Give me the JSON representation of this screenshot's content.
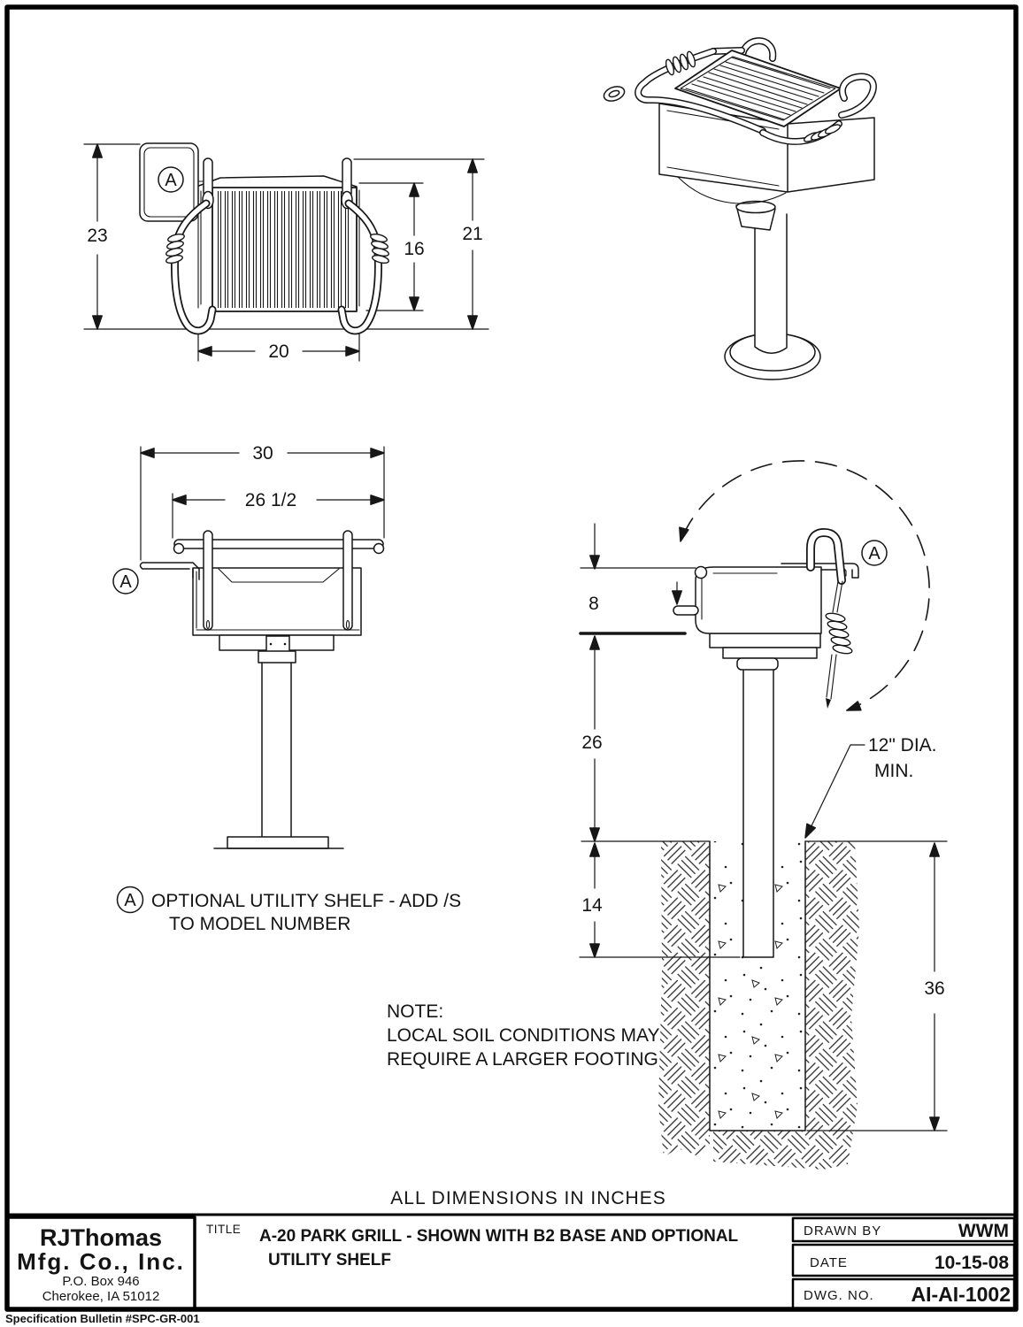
{
  "drawing": {
    "front_view": {
      "dim_overall_height": "23",
      "dim_firebox_height": "16",
      "dim_handle_height": "21",
      "dim_grill_width": "20",
      "shelf_label": "A"
    },
    "side_view": {
      "dim_overall_width": "30",
      "dim_handle_width": "26 1/2",
      "shelf_label": "A"
    },
    "section_view": {
      "dim_firebox_depth": "8",
      "dim_post_above_grade": "26",
      "dim_post_embedment": "14",
      "dim_footing_depth": "36",
      "dia_note_line1": "12\" DIA.",
      "dia_note_line2": "MIN.",
      "shelf_label": "A"
    },
    "shelf_note": {
      "label": "A",
      "line1": "OPTIONAL UTILITY SHELF - ADD /S",
      "line2": "TO MODEL NUMBER"
    },
    "footing_note": {
      "title": "NOTE:",
      "line1": "LOCAL SOIL CONDITIONS MAY",
      "line2": "REQUIRE A LARGER FOOTING"
    },
    "units_note": "ALL DIMENSIONS IN INCHES"
  },
  "title_block": {
    "company_name_line1": "RJThomas",
    "company_name_line2": "Mfg. Co., Inc.",
    "company_address_line1": "P.O. Box 946",
    "company_address_line2": "Cherokee, IA 51012",
    "title_label": "TITLE",
    "title_line1": "A-20 PARK GRILL - SHOWN WITH B2 BASE AND OPTIONAL",
    "title_line2": "UTILITY SHELF",
    "drawn_by_label": "DRAWN BY",
    "drawn_by_value": "WWM",
    "date_label": "DATE",
    "date_value": "10-15-08",
    "dwg_no_label": "DWG. NO.",
    "dwg_no_value": "AI-AI-1002"
  },
  "footer": {
    "spec_bulletin": "Specification Bulletin #SPC-GR-001"
  }
}
